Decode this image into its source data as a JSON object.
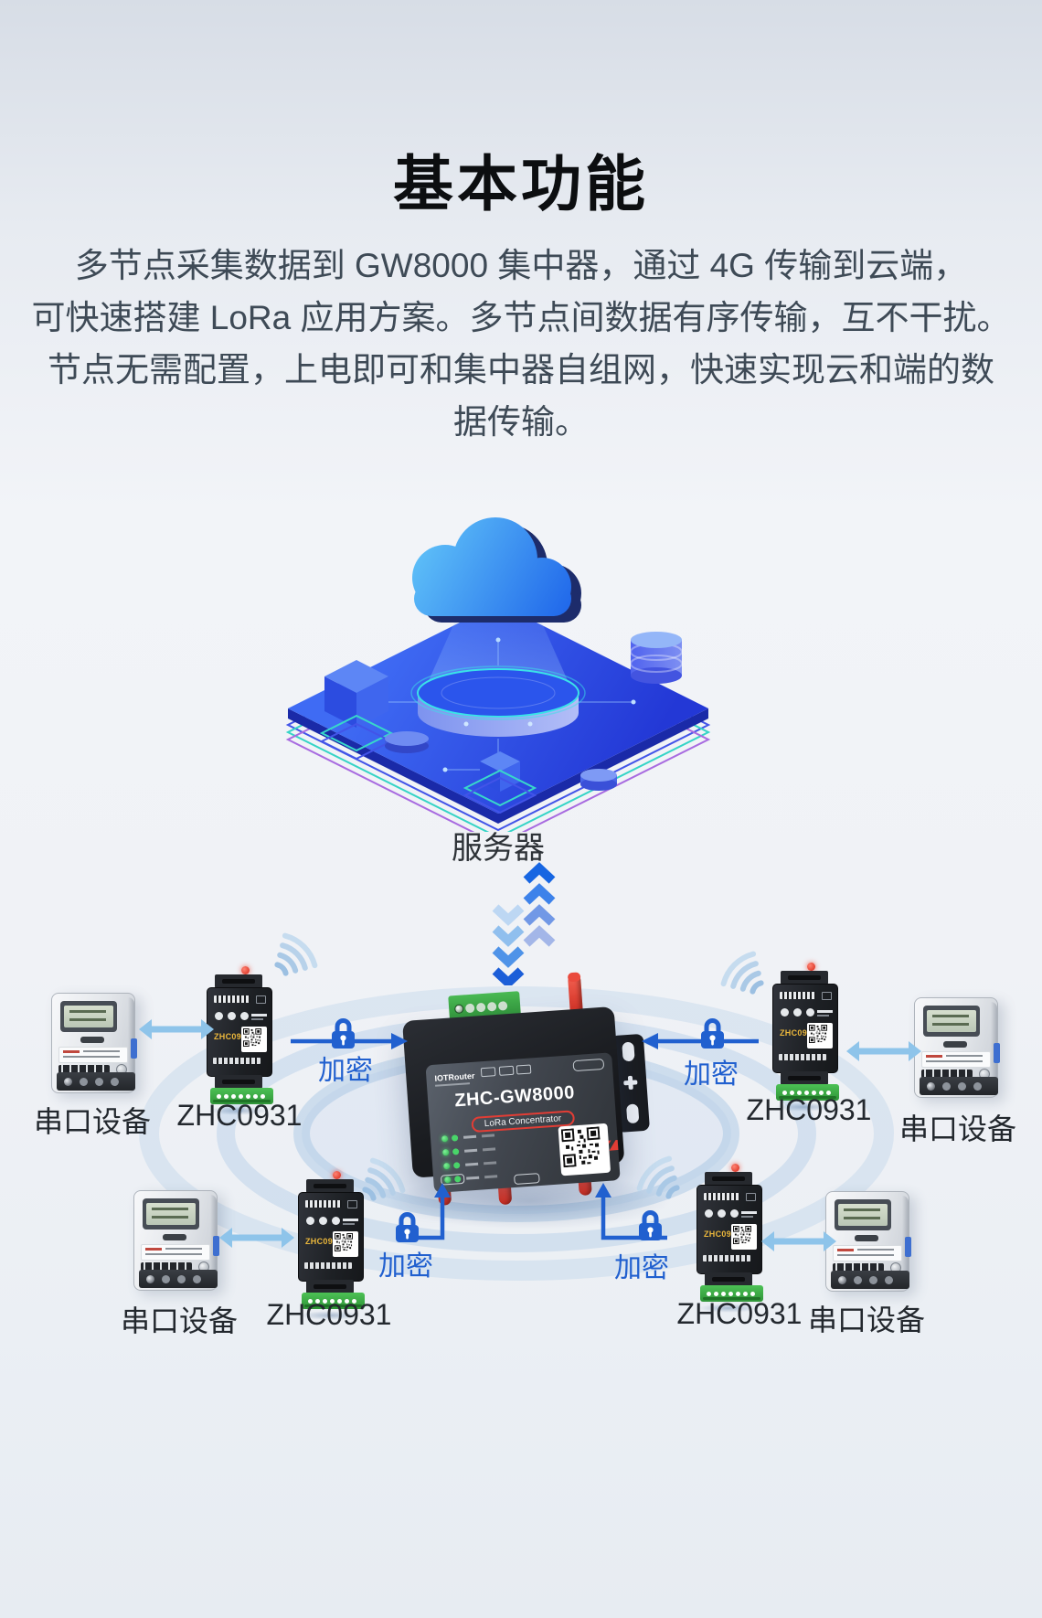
{
  "header": {
    "title": "基本功能"
  },
  "intro": {
    "lines": [
      "多节点采集数据到 GW8000 集中器，通过 4G 传输到云端，",
      "可快速搭建 LoRa 应用方案。多节点间数据有序传输，互不干扰。",
      "节点无需配置，上电即可和集中器自组网，快速实现云和端的数",
      "据传输。"
    ]
  },
  "diagram": {
    "server_label": "服务器",
    "encrypt_label": "加密",
    "module_label": "ZHC0931",
    "serial_device_label": "串口设备",
    "gateway": {
      "brand": "IOTRouter",
      "model": "ZHC-GW8000",
      "subtitle": "LoRa Concentrator"
    }
  },
  "colors": {
    "accent_blue": "#2160cf",
    "arrow_light_blue": "#8ec4ea",
    "platform_blue": "#2f4ae0",
    "cloud_blue": "#2e7bf0",
    "teal_outline": "#35d4c6",
    "purple_outline": "#a86ae0",
    "antenna_red": "#e23d35",
    "terminal_green": "#3fae49",
    "module_model_yellow": "#ecb83c",
    "title_black": "#0c0e10",
    "body_text": "#3e4a56"
  }
}
